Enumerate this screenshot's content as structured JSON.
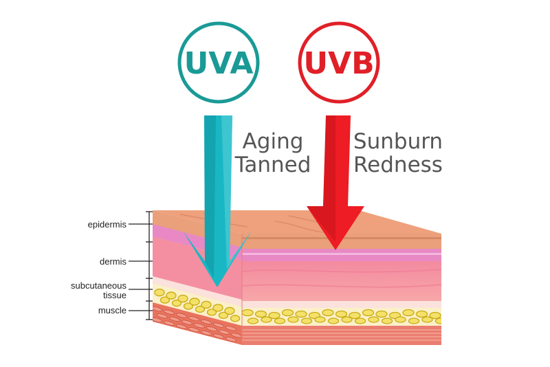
{
  "rays": {
    "uva": {
      "label": "UVA",
      "color": "#1a9a96",
      "arrow_color": "#19b7c4"
    },
    "uvb": {
      "label": "UVB",
      "color": "#e02027",
      "arrow_color": "#ee1c24"
    }
  },
  "effects": {
    "uva": [
      "Aging",
      "Tanned"
    ],
    "uvb": [
      "Sunburn",
      "Redness"
    ]
  },
  "layers": {
    "epidermis": [
      "epidermis"
    ],
    "dermis": [
      "dermis"
    ],
    "subcutaneous": [
      "subcutaneous",
      "tissue"
    ],
    "muscle": [
      "muscle"
    ]
  }
}
